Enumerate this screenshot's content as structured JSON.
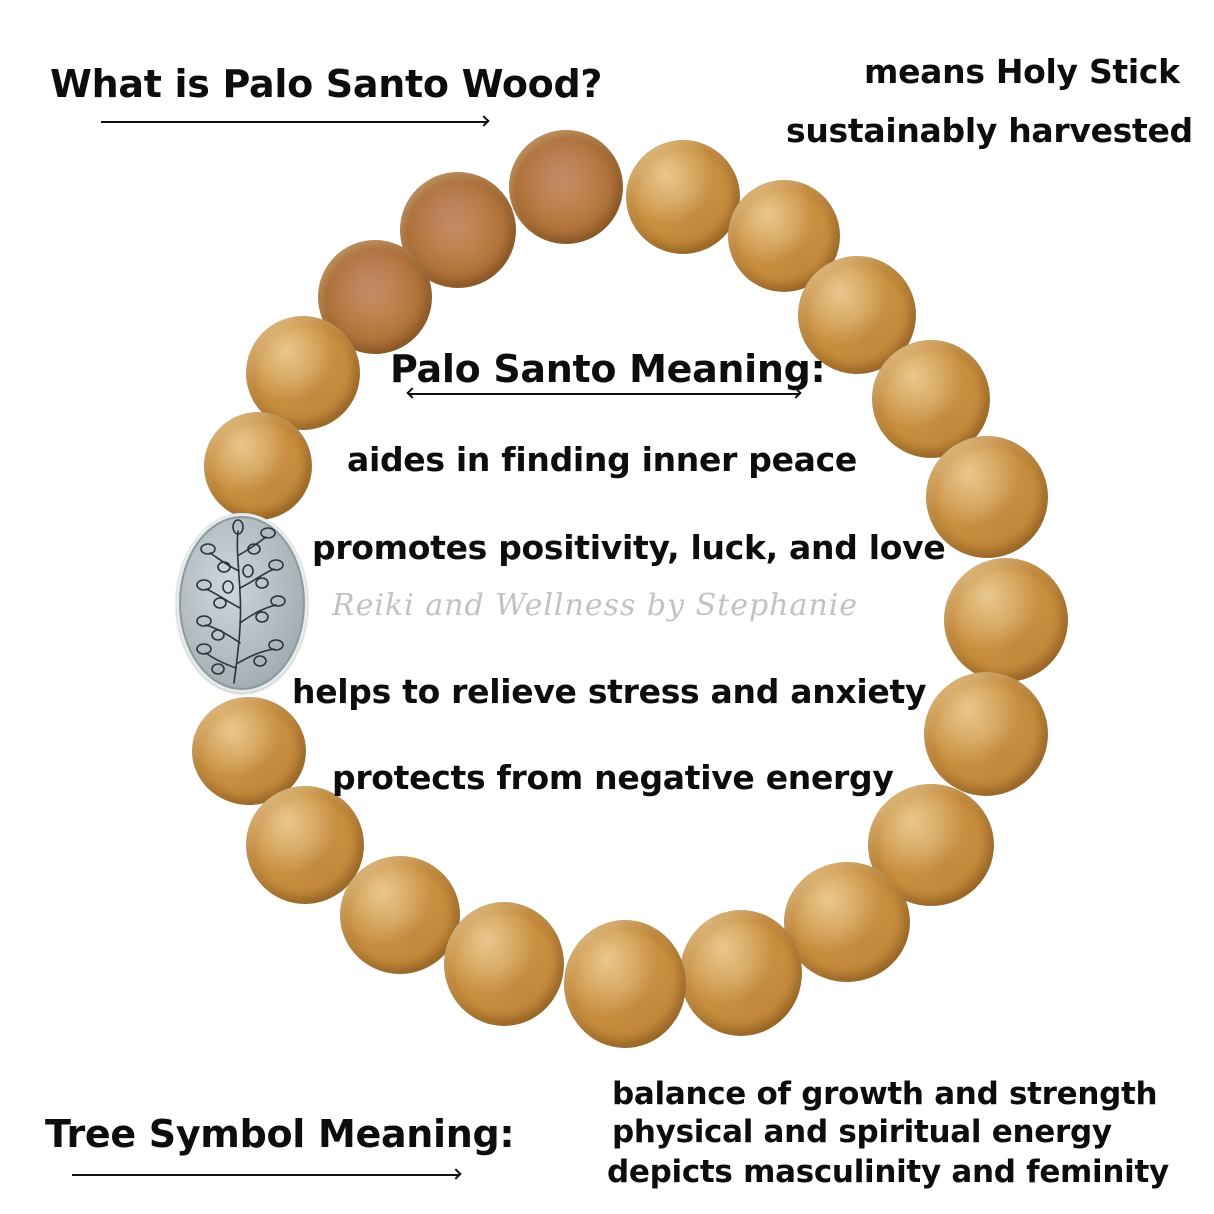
{
  "headings": {
    "what_is": "What is Palo Santo Wood?",
    "palo_santo_meaning": "Palo Santo Meaning:",
    "tree_symbol_meaning": "Tree Symbol Meaning:"
  },
  "wood_facts": [
    "means Holy Stick",
    "sustainably harvested"
  ],
  "palo_santo_meanings": [
    "aides in finding inner peace",
    "promotes positivity, luck, and love",
    "helps to relieve stress and anxiety",
    "protects from negative energy"
  ],
  "tree_symbol_meanings": [
    "balance of growth and strength",
    "physical and spiritual energy",
    "depicts masculinity and feminity"
  ],
  "watermark": "Reiki and Wellness by Stephanie",
  "image": {
    "subject": "palo-santo-wood-bead-bracelet",
    "charm": "silver-oval-tree-charm",
    "colors": {
      "wood_bead": "#c98f3f",
      "charm_silver": "#aab5ba",
      "text": "#0d0d0d",
      "watermark": "#c2c2c2"
    }
  }
}
